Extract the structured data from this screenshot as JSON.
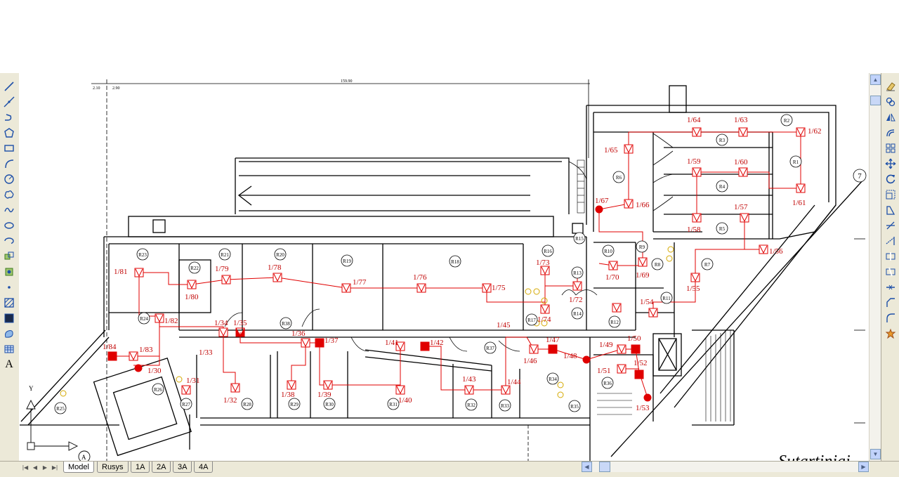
{
  "window": {
    "title": ""
  },
  "tabs": [
    {
      "label": "Model",
      "active": true
    },
    {
      "label": "Rusys",
      "active": false
    },
    {
      "label": "1A",
      "active": false
    },
    {
      "label": "2A",
      "active": false
    },
    {
      "label": "3A",
      "active": false
    },
    {
      "label": "4A",
      "active": false
    }
  ],
  "draw_toolbar": [
    "line-icon",
    "construction-line-icon",
    "polyline-icon",
    "polygon-icon",
    "rectangle-icon",
    "arc-icon",
    "circle-icon",
    "revision-cloud-icon",
    "spline-icon",
    "ellipse-icon",
    "ellipse-arc-icon",
    "insert-block-icon",
    "make-block-icon",
    "point-icon",
    "hatch-icon",
    "gradient-icon",
    "region-icon",
    "table-icon",
    "multiline-text-icon"
  ],
  "modify_toolbar": [
    "erase-icon",
    "copy-icon",
    "mirror-icon",
    "offset-icon",
    "array-icon",
    "move-icon",
    "rotate-icon",
    "scale-icon",
    "stretch-icon",
    "trim-icon",
    "extend-icon",
    "break-at-point-icon",
    "break-icon",
    "join-icon",
    "chamfer-icon",
    "fillet-icon",
    "explode-icon"
  ],
  "text_tool_label": "A",
  "drawing": {
    "grid_marker": "7",
    "dim_labels": [
      "2.10",
      "2.90",
      "159.90"
    ],
    "axis": {
      "y": "Y",
      "origin": "A"
    },
    "partial_text": "Sutartiniai",
    "rooms": [
      "R1",
      "R2",
      "R3",
      "R4",
      "R5",
      "R6",
      "R7",
      "R8",
      "R9",
      "R10",
      "R11",
      "R12",
      "R13",
      "R14",
      "R15",
      "R16",
      "R17",
      "R18",
      "R19",
      "R20",
      "R21",
      "R22",
      "R23",
      "R24",
      "R25",
      "R26",
      "R27",
      "R28",
      "R29",
      "R30",
      "R31",
      "R32",
      "R33",
      "R34",
      "R35",
      "R36",
      "R37",
      "R38"
    ],
    "circuits": [
      "1/30",
      "1/31",
      "1/32",
      "1/33",
      "1/34",
      "1/35",
      "1/36",
      "1/37",
      "1/38",
      "1/39",
      "1/40",
      "1/41",
      "1/42",
      "1/43",
      "1/44",
      "1/45",
      "1/46",
      "1/47",
      "1/48",
      "1/49",
      "1/50",
      "1/51",
      "1/52",
      "1/53",
      "1/54",
      "1/55",
      "1/56",
      "1/57",
      "1/58",
      "1/59",
      "1/60",
      "1/61",
      "1/62",
      "1/63",
      "1/64",
      "1/65",
      "1/66",
      "1/67",
      "1/69",
      "1/70",
      "1/72",
      "1/73",
      "1/74",
      "1/75",
      "1/76",
      "1/77",
      "1/78",
      "1/79",
      "1/80",
      "1/81",
      "1/82",
      "1/83",
      "1/84"
    ]
  },
  "colors": {
    "toolbar_bg": "#ece9d8",
    "plan_line": "#000000",
    "circuit": "#e00000",
    "outlet": "#d4a800"
  }
}
